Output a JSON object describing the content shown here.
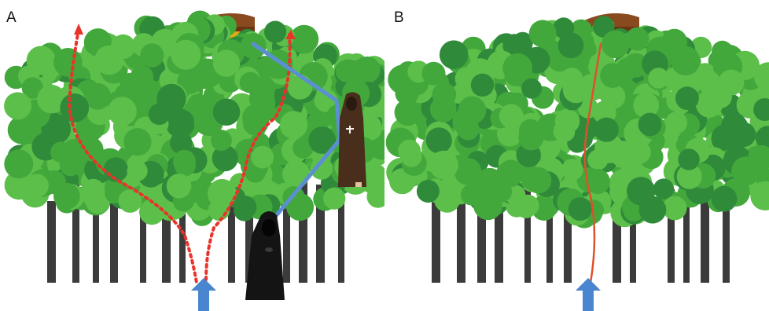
{
  "panels": [
    {
      "id": "A",
      "label": "A",
      "elements": [
        "forest",
        "treasure-chest",
        "red-dotted-path-left",
        "red-dotted-path-middle",
        "blue-route-via-monk",
        "hooded-monk-black",
        "robed-monk-brown",
        "blue-start-arrow"
      ]
    },
    {
      "id": "B",
      "label": "B",
      "elements": [
        "forest",
        "treasure-chest",
        "orange-direct-path",
        "blue-start-arrow"
      ]
    }
  ],
  "colors": {
    "tree_light": "#5cbf4a",
    "tree_mid": "#43a83c",
    "tree_dark": "#2f8a3a",
    "trunk": "#3b3b3b",
    "dotted_path": "#e8332b",
    "blue_route": "#5b8fd1",
    "start_arrow": "#4a86d0",
    "direct_path": "#e0502a",
    "chest_wood": "#8a4a1f",
    "chest_gold": "#f2c21b"
  },
  "icons": [
    "treasure-chest-icon",
    "hooded-monk-icon",
    "brown-monk-icon",
    "start-arrow-icon"
  ]
}
